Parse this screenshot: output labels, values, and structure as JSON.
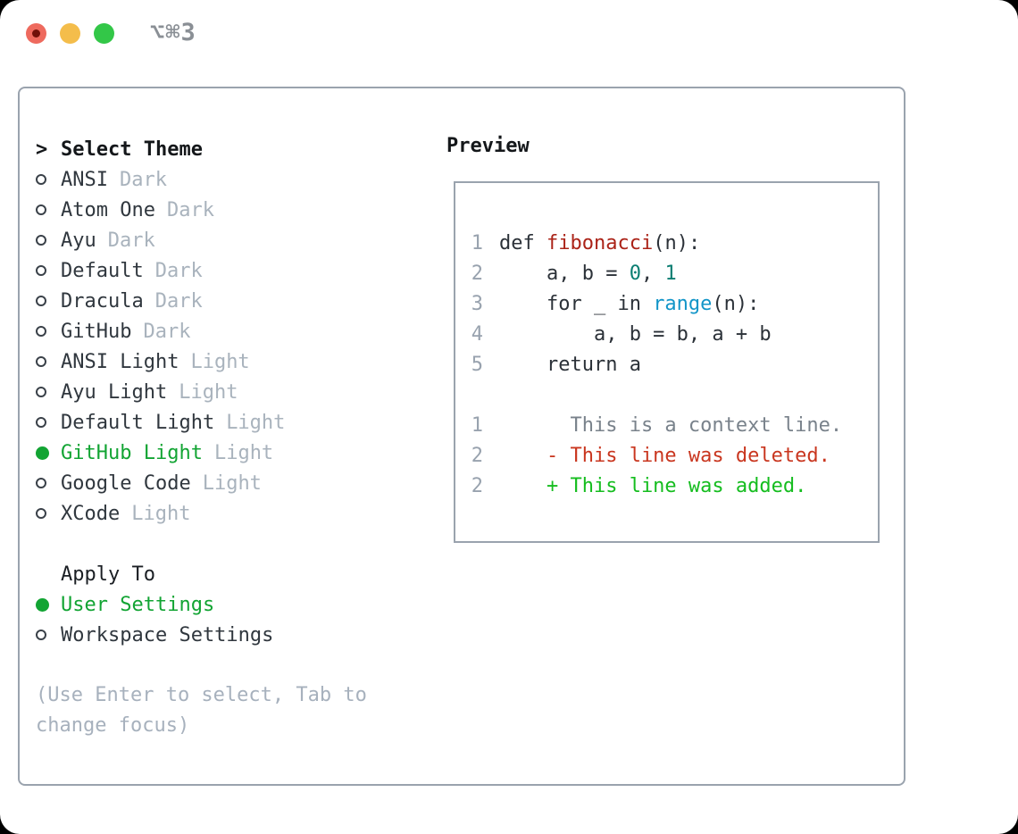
{
  "window": {
    "title": "⌥⌘3"
  },
  "colors": {
    "selection_green": "#12a433",
    "added_green": "#15bd1f",
    "deleted_red": "#c9361f",
    "function_red": "#ab2318",
    "number_teal": "#0a7d71",
    "builtin_blue": "#1295c8",
    "muted_gray": "#a9b3bd",
    "border_gray": "#9aa3ae",
    "traffic_red": "#ee6a5e",
    "traffic_yellow": "#f4bd4b",
    "traffic_green": "#33c748"
  },
  "theme_picker": {
    "prompt": ">",
    "header": "Select Theme",
    "items": [
      {
        "marker": "○",
        "name": "ANSI",
        "variant": "Dark",
        "selected": false
      },
      {
        "marker": "○",
        "name": "Atom One",
        "variant": "Dark",
        "selected": false
      },
      {
        "marker": "○",
        "name": "Ayu",
        "variant": "Dark",
        "selected": false
      },
      {
        "marker": "○",
        "name": "Default",
        "variant": "Dark",
        "selected": false
      },
      {
        "marker": "○",
        "name": "Dracula",
        "variant": "Dark",
        "selected": false
      },
      {
        "marker": "○",
        "name": "GitHub",
        "variant": "Dark",
        "selected": false
      },
      {
        "marker": "○",
        "name": "ANSI Light",
        "variant": "Light",
        "selected": false
      },
      {
        "marker": "○",
        "name": "Ayu Light",
        "variant": "Light",
        "selected": false
      },
      {
        "marker": "○",
        "name": "Default Light",
        "variant": "Light",
        "selected": false
      },
      {
        "marker": "●",
        "name": "GitHub Light",
        "variant": "Light",
        "selected": true
      },
      {
        "marker": "○",
        "name": "Google Code",
        "variant": "Light",
        "selected": false
      },
      {
        "marker": "○",
        "name": "XCode",
        "variant": "Light",
        "selected": false
      }
    ]
  },
  "apply_to": {
    "header": "Apply To",
    "options": [
      {
        "marker": "●",
        "label": "User Settings",
        "selected": true
      },
      {
        "marker": "○",
        "label": "Workspace Settings",
        "selected": false
      }
    ]
  },
  "hint": "(Use Enter to select, Tab to change focus)",
  "preview": {
    "label": "Preview",
    "code_lines": [
      {
        "num": "1",
        "tokens": [
          {
            "text": "def ",
            "style": "fg"
          },
          {
            "text": "fibonacci",
            "style": "func"
          },
          {
            "text": "(n):",
            "style": "fg"
          }
        ]
      },
      {
        "num": "2",
        "tokens": [
          {
            "text": "    a, b = ",
            "style": "fg"
          },
          {
            "text": "0",
            "style": "num"
          },
          {
            "text": ", ",
            "style": "fg"
          },
          {
            "text": "1",
            "style": "num"
          }
        ]
      },
      {
        "num": "3",
        "tokens": [
          {
            "text": "    for _ in ",
            "style": "fg"
          },
          {
            "text": "range",
            "style": "builtin"
          },
          {
            "text": "(n):",
            "style": "fg"
          }
        ]
      },
      {
        "num": "4",
        "tokens": [
          {
            "text": "        a, b = b, a + b",
            "style": "fg"
          }
        ]
      },
      {
        "num": "5",
        "tokens": [
          {
            "text": "    return a",
            "style": "fg"
          }
        ]
      },
      {
        "num": "",
        "tokens": []
      },
      {
        "num": "1",
        "tokens": [
          {
            "text": "      This is a context line.",
            "style": "ctx"
          }
        ]
      },
      {
        "num": "2",
        "tokens": [
          {
            "text": "    - This line was deleted.",
            "style": "del"
          }
        ]
      },
      {
        "num": "2",
        "tokens": [
          {
            "text": "    + This line was added.",
            "style": "add"
          }
        ]
      }
    ]
  }
}
